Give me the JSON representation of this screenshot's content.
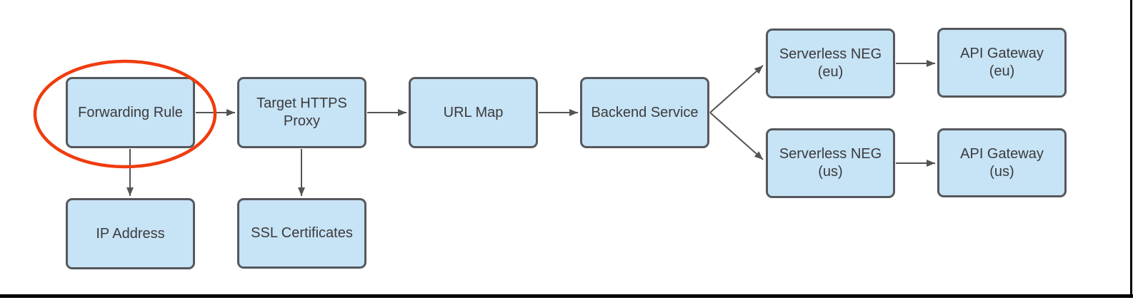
{
  "diagram": {
    "nodes": [
      {
        "id": "forwarding-rule",
        "label": "Forwarding Rule"
      },
      {
        "id": "target-https-proxy",
        "label": "Target HTTPS\nProxy"
      },
      {
        "id": "url-map",
        "label": "URL Map"
      },
      {
        "id": "backend-service",
        "label": "Backend Service"
      },
      {
        "id": "serverless-neg-eu",
        "label": "Serverless NEG\n(eu)"
      },
      {
        "id": "api-gateway-eu",
        "label": "API Gateway\n(eu)"
      },
      {
        "id": "serverless-neg-us",
        "label": "Serverless NEG\n(us)"
      },
      {
        "id": "api-gateway-us",
        "label": "API Gateway\n(us)"
      },
      {
        "id": "ip-address",
        "label": "IP Address"
      },
      {
        "id": "ssl-certificates",
        "label": "SSL Certificates"
      }
    ],
    "edges": [
      {
        "from": "Forwarding Rule",
        "to": "Target HTTPS Proxy"
      },
      {
        "from": "Forwarding Rule",
        "to": "IP Address"
      },
      {
        "from": "Target HTTPS Proxy",
        "to": "URL Map"
      },
      {
        "from": "Target HTTPS Proxy",
        "to": "SSL Certificates"
      },
      {
        "from": "URL Map",
        "to": "Backend Service"
      },
      {
        "from": "Backend Service",
        "to": "Serverless NEG (eu)"
      },
      {
        "from": "Backend Service",
        "to": "Serverless NEG (us)"
      },
      {
        "from": "Serverless NEG (eu)",
        "to": "API Gateway (eu)"
      },
      {
        "from": "Serverless NEG (us)",
        "to": "API Gateway (us)"
      }
    ],
    "highlight": {
      "shape": "ellipse",
      "target": "Forwarding Rule",
      "color": "#ef3c0f"
    },
    "colors": {
      "node_fill": "#c7e3f6",
      "node_border": "#55585c",
      "node_text": "#3b3b3b",
      "arrow": "#545454",
      "highlight": "#ef3c0f",
      "frame": "#000000",
      "background": "#ffffff"
    }
  }
}
